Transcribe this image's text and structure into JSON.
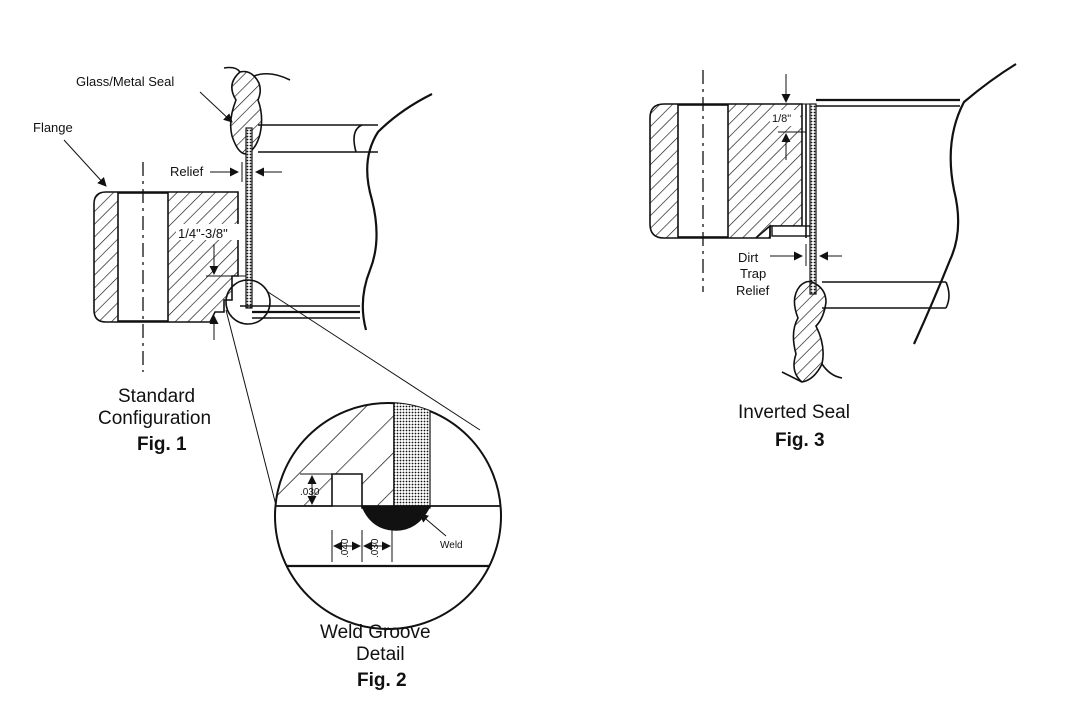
{
  "figure1": {
    "callouts": {
      "glass_metal_seal": "Glass/Metal Seal",
      "flange": "Flange",
      "relief": "Relief",
      "depth": "1/4\"-3/8\""
    },
    "caption_line1": "Standard",
    "caption_line2": "Configuration",
    "fig_label": "Fig. 1"
  },
  "figure2": {
    "dims": {
      "groove_height": ".030",
      "groove_width": ".040",
      "weld_width": ".030"
    },
    "weld_label": "Weld",
    "caption_line1": "Weld  Groove",
    "caption_line2": "Detail",
    "fig_label": "Fig. 2"
  },
  "figure3": {
    "callouts": {
      "offset": "1/8\"",
      "dirt_trap_1": "Dirt",
      "dirt_trap_2": "Trap",
      "dirt_trap_3": "Relief"
    },
    "caption": "Inverted  Seal",
    "fig_label": "Fig. 3"
  },
  "colors": {
    "ink": "#111111",
    "background": "#ffffff"
  }
}
